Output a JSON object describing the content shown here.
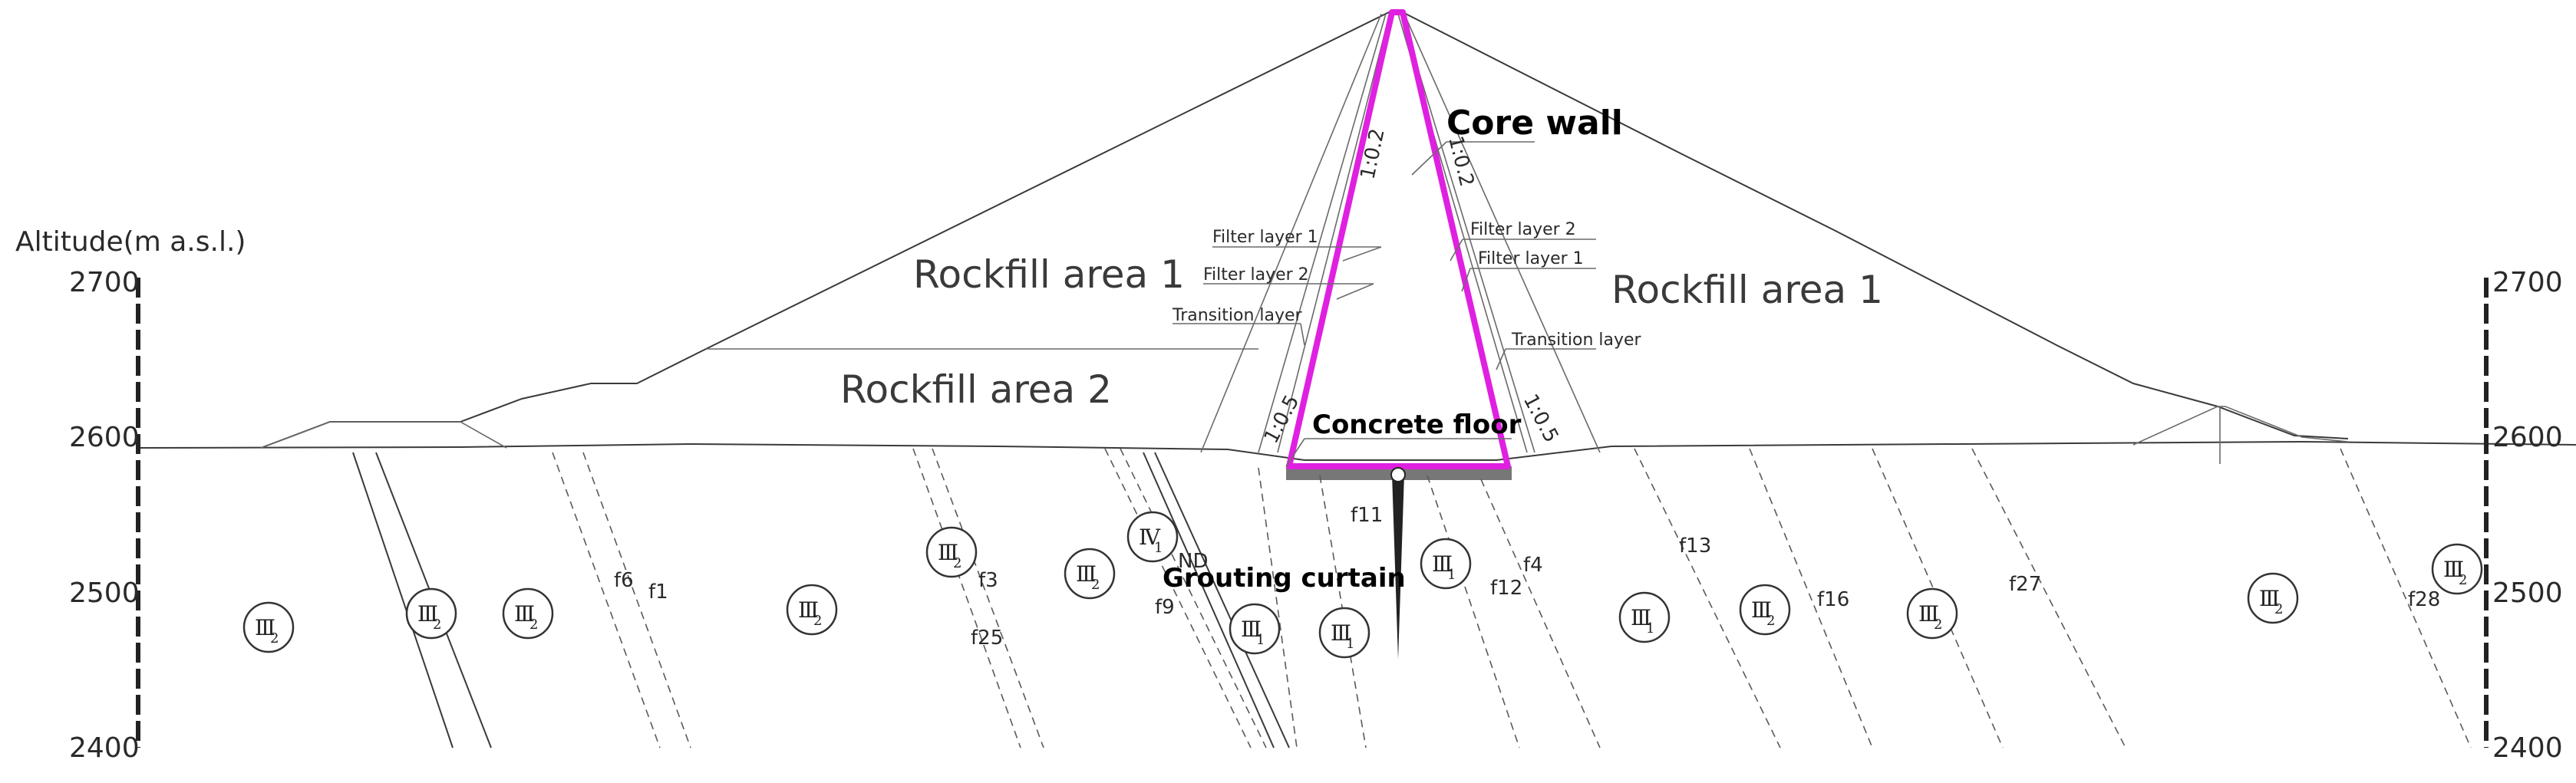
{
  "axis": {
    "title": "Altitude(m a.s.l.)",
    "left_ticks": [
      "2700",
      "2600",
      "2500",
      "2400"
    ],
    "right_ticks": [
      "2700",
      "2600",
      "2500",
      "2400"
    ]
  },
  "zones": {
    "rockfill_left_1": "Rockfill area 1",
    "rockfill_left_2": "Rockfill area 2",
    "rockfill_right_1": "Rockfill area 1"
  },
  "labels": {
    "core_wall": "Core wall",
    "concrete_floor": "Concrete floor",
    "grouting_curtain": "Grouting curtain",
    "filter_layer_1_left": "Filter layer 1",
    "filter_layer_2_left": "Filter layer 2",
    "transition_layer_left": "Transition layer",
    "filter_layer_2_right": "Filter layer 2",
    "filter_layer_1_right": "Filter layer 1",
    "transition_layer_right": "Transition layer"
  },
  "slopes": {
    "upper_left": "1:0.2",
    "upper_right": "1:0.2",
    "lower_left": "1:0.5",
    "lower_right": "1:0.5"
  },
  "faults": [
    "f6",
    "f1",
    "f3",
    "f25",
    "f9",
    "f11",
    "f4",
    "f12",
    "f13",
    "f16",
    "f27",
    "f28"
  ],
  "rock_classes": [
    "III2",
    "III2",
    "III2",
    "III2",
    "III2",
    "IV1",
    "III2",
    "III1",
    "III1",
    "III1",
    "III1",
    "III2",
    "III2",
    "III2",
    "III2"
  ],
  "rock_classes_labels": {
    "base": "Ⅲ",
    "alt_base": "Ⅳ",
    "sub_1": "1",
    "sub_2": "2"
  },
  "misc": {
    "nd": "ND"
  },
  "colors": {
    "core": "#e020e0",
    "lines": "#3a3a3a",
    "floor": "#777777"
  }
}
